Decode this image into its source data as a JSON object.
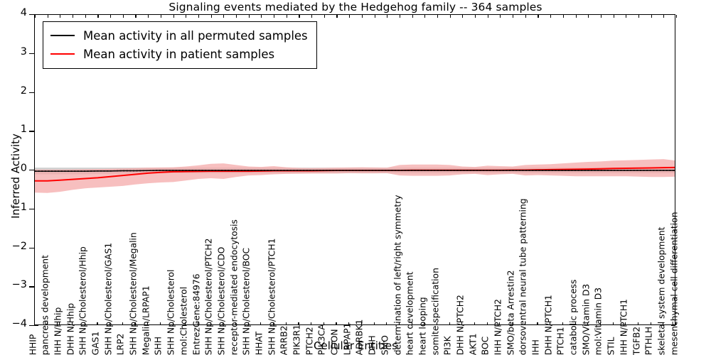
{
  "chart_data": {
    "type": "line",
    "title": "Signaling events mediated by the Hedgehog family -- 364 samples",
    "xlabel": "Cellular Entities",
    "ylabel": "Inferred Activity",
    "ylim": [
      -4,
      4
    ],
    "yticks": [
      -4,
      -3,
      -2,
      -1,
      0,
      1,
      2,
      3,
      4
    ],
    "grid": false,
    "legend_position": "upper left",
    "colors": {
      "permuted_line": "#000000",
      "patient_line": "#ff0000",
      "permuted_band": "#c8c8c8",
      "patient_band": "#f4a9a9"
    },
    "legend": [
      "Mean activity in all permuted samples",
      "Mean activity in patient samples"
    ],
    "categories": [
      "HHIP",
      "pancreas development",
      "IHH N/Hhip",
      "DHH N/Hhip",
      "SHH Np/Cholesterol/Hhip",
      "GAS1",
      "SHH Np/Cholesterol/GAS1",
      "LRP2",
      "SHH Np/Cholesterol/Megalin",
      "Megalin/LRPAP1",
      "SHH",
      "SHH Np/Cholesterol",
      "mol:Cholesterol",
      "EntrezGene:84976",
      "SHH Np/Cholesterol/PTCH2",
      "SHH Np/Cholesterol/CDO",
      "receptor-mediated endocytosis",
      "SHH Np/Cholesterol/BOC",
      "HHAT",
      "SHH Np/Cholesterol/PTCH1",
      "ARRB2",
      "PIK3R1",
      "PTCH2",
      "PIK3CA",
      "CDON",
      "LRPAP1",
      "ADRBK1",
      "DHH",
      "SMO",
      "determination of left/right symmetry",
      "heart development",
      "heart looping",
      "somite specification",
      "PI3K",
      "DHH N/PTCH2",
      "AKT1",
      "BOC",
      "IHH N/PTCH2",
      "SMO/beta Arrestin2",
      "dorsoventral neural tube patterning",
      "IHH",
      "DHH N/PTCH1",
      "PTCH1",
      "catabolic process",
      "SMO/Vitamin D3",
      "mol:Vitamin D3",
      "STIL",
      "IHH N/PTCH1",
      "TGFB2",
      "PTHLH",
      "skeletal system development",
      "mesenchymal cell differentiation"
    ],
    "series": [
      {
        "name": "Mean activity in all permuted samples",
        "color": "#000000",
        "style": "dotted",
        "values": [
          -0.02,
          -0.02,
          -0.02,
          -0.02,
          -0.02,
          -0.015,
          -0.015,
          -0.01,
          -0.01,
          -0.005,
          0.0,
          0.0,
          0.0,
          0.0,
          0.0,
          0.0,
          0.0,
          0.0,
          0.0,
          0.0,
          0.0,
          0.0,
          0.0,
          0.0,
          0.0,
          0.0,
          0.0,
          0.0,
          0.0,
          0.0,
          0.0,
          0.0,
          0.0,
          0.0,
          0.0,
          0.0,
          0.0,
          0.0,
          0.0,
          0.0,
          0.0,
          0.0,
          0.0,
          0.0,
          0.0,
          0.0,
          0.0,
          0.0,
          0.0,
          0.0,
          0.0,
          0.0
        ],
        "band_lower": [
          -0.1,
          -0.1,
          -0.1,
          -0.1,
          -0.1,
          -0.09,
          -0.09,
          -0.085,
          -0.08,
          -0.08,
          -0.075,
          -0.07,
          -0.07,
          -0.07,
          -0.07,
          -0.07,
          -0.07,
          -0.07,
          -0.07,
          -0.07,
          -0.07,
          -0.07,
          -0.07,
          -0.07,
          -0.07,
          -0.07,
          -0.07,
          -0.07,
          -0.07,
          -0.07,
          -0.07,
          -0.07,
          -0.07,
          -0.07,
          -0.07,
          -0.07,
          -0.07,
          -0.07,
          -0.07,
          -0.07,
          -0.07,
          -0.07,
          -0.07,
          -0.07,
          -0.07,
          -0.07,
          -0.07,
          -0.07,
          -0.07,
          -0.07,
          -0.07,
          -0.07
        ],
        "band_upper": [
          0.07,
          0.07,
          0.07,
          0.07,
          0.07,
          0.07,
          0.07,
          0.07,
          0.07,
          0.07,
          0.07,
          0.07,
          0.07,
          0.07,
          0.07,
          0.07,
          0.07,
          0.07,
          0.07,
          0.07,
          0.07,
          0.07,
          0.07,
          0.07,
          0.07,
          0.07,
          0.07,
          0.07,
          0.07,
          0.07,
          0.07,
          0.07,
          0.07,
          0.07,
          0.07,
          0.07,
          0.07,
          0.07,
          0.07,
          0.07,
          0.07,
          0.07,
          0.07,
          0.07,
          0.07,
          0.07,
          0.07,
          0.07,
          0.07,
          0.07,
          0.07,
          0.07
        ]
      },
      {
        "name": "Mean activity in patient samples",
        "color": "#ff0000",
        "style": "solid",
        "values": [
          -0.27,
          -0.27,
          -0.25,
          -0.23,
          -0.21,
          -0.19,
          -0.16,
          -0.13,
          -0.1,
          -0.07,
          -0.05,
          -0.035,
          -0.03,
          -0.025,
          -0.02,
          -0.02,
          -0.02,
          -0.02,
          -0.015,
          -0.01,
          -0.01,
          -0.01,
          -0.01,
          -0.005,
          0.0,
          0.0,
          0.0,
          0.0,
          0.0,
          0.0,
          0.005,
          0.005,
          0.005,
          0.005,
          0.005,
          0.005,
          0.005,
          0.005,
          0.01,
          0.01,
          0.015,
          0.02,
          0.025,
          0.03,
          0.035,
          0.04,
          0.05,
          0.055,
          0.06,
          0.065,
          0.07,
          0.075
        ],
        "band_lower": [
          -0.57,
          -0.58,
          -0.55,
          -0.5,
          -0.46,
          -0.44,
          -0.42,
          -0.4,
          -0.36,
          -0.33,
          -0.31,
          -0.3,
          -0.26,
          -0.22,
          -0.2,
          -0.22,
          -0.17,
          -0.13,
          -0.12,
          -0.1,
          -0.09,
          -0.085,
          -0.08,
          -0.08,
          -0.08,
          -0.07,
          -0.075,
          -0.075,
          -0.07,
          -0.13,
          -0.14,
          -0.14,
          -0.14,
          -0.13,
          -0.1,
          -0.09,
          -0.12,
          -0.1,
          -0.09,
          -0.13,
          -0.12,
          -0.13,
          -0.14,
          -0.15,
          -0.15,
          -0.15,
          -0.15,
          -0.15,
          -0.16,
          -0.17,
          -0.17,
          -0.16
        ],
        "band_upper": [
          0.02,
          0.02,
          0.02,
          0.025,
          0.03,
          0.035,
          0.04,
          0.05,
          0.06,
          0.07,
          0.075,
          0.08,
          0.1,
          0.13,
          0.17,
          0.18,
          0.14,
          0.1,
          0.09,
          0.11,
          0.08,
          0.065,
          0.06,
          0.065,
          0.07,
          0.075,
          0.08,
          0.075,
          0.07,
          0.14,
          0.15,
          0.15,
          0.15,
          0.14,
          0.1,
          0.09,
          0.12,
          0.11,
          0.1,
          0.14,
          0.15,
          0.16,
          0.18,
          0.2,
          0.22,
          0.23,
          0.25,
          0.26,
          0.27,
          0.28,
          0.29,
          0.25
        ]
      }
    ]
  }
}
